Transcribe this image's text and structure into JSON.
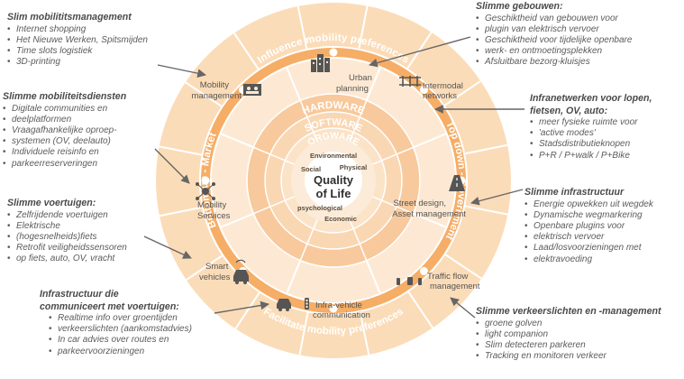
{
  "colors": {
    "outer_ring": "#fbdcb8",
    "band_ring": "#f6ad66",
    "domain_ring": "#fde9d3",
    "hardware_ring": "#f8c99c",
    "software_ring": "#fad7b3",
    "orgware_ring": "#fbe3c8",
    "core_ring": "#fcebd8",
    "center": "#ffffff",
    "band_text": "#ffffff",
    "arrow": "#666666"
  },
  "bands": {
    "top": "Influence mobility preferences",
    "bottom": "Facilitate mobility preferences",
    "left": "Bottom up - Market",
    "right": "Top down - Government"
  },
  "layers": {
    "hardware": "HARDWARE",
    "software": "SOFTWARE",
    "orgware": "ORGWARE"
  },
  "core": {
    "line1": "Quality",
    "line2": "of Life",
    "environmental": "Environmental",
    "social": "Social",
    "physical": "Physical",
    "psychological": "psychological",
    "economic": "Economic"
  },
  "domains": {
    "urban_planning": {
      "l1": "Urban",
      "l2": "planning"
    },
    "intermodal": {
      "l1": "Intermodal",
      "l2": "networks"
    },
    "street_design": {
      "l1": "Street design,",
      "l2": "Asset management"
    },
    "traffic_flow": {
      "l1": "Traffic flow",
      "l2": "management"
    },
    "infra_vehicle": {
      "l1": "Infra-vehicle",
      "l2": "communication"
    },
    "smart_vehicles": {
      "l1": "Smart",
      "l2": "vehicles"
    },
    "mobility_services": {
      "l1": "Mobility",
      "l2": "Services"
    },
    "mobility_management": {
      "l1": "Mobility",
      "l2": "management"
    }
  },
  "blocks": {
    "slim_mobiliteitsmanagement": {
      "title": "Slim mobilititsmanagement",
      "items": [
        "Internet shopping",
        "Het Nieuwe Werken, Spitsmijden",
        "Time slots logistiek",
        "3D-printing"
      ]
    },
    "slimme_mobiliteitsdiensten": {
      "title": "Slimme mobiliteitsdiensten",
      "items": [
        "Digitale communities en",
        "deelplatformen",
        "Vraagafhankelijke oproep-",
        "systemen (OV, deelauto)",
        "Individuele reisinfo en",
        "parkeerreserveringen"
      ]
    },
    "slimme_voertuigen": {
      "title": "Slimme voertuigen:",
      "items": [
        "Zelfrijdende voertuigen",
        "Elektrische",
        "(hogesnelheids)fiets",
        "Retrofit veiligheidssensoren",
        "op fiets, auto, OV, vracht"
      ]
    },
    "infrastructuur_voertuigen": {
      "title1": "Infrastructuur die",
      "title2": "communiceert met voertuigen:",
      "items": [
        "Realtime info over groentijden",
        "verkeerslichten (aankomstadvies)",
        "In car advies over routes en",
        "parkeervoorzieningen"
      ]
    },
    "slimme_gebouwen": {
      "title": "Slimme gebouwen:",
      "items": [
        "Geschiktheid van gebouwen voor",
        "plugin van elektrisch vervoer",
        "Geschiktheid voor tijdelijke openbare",
        "werk- en ontmoetingsplekken",
        "Afsluitbare bezorg-kluisjes"
      ]
    },
    "infranetwerken": {
      "title1": "Infranetwerken voor lopen,",
      "title2": "fietsen, OV, auto:",
      "items": [
        "meer fysieke ruimte voor",
        "'active modes'",
        "Stadsdistributieknopen",
        "P+R / P+walk / P+Bike"
      ]
    },
    "slimme_infrastructuur": {
      "title": "Slimme infrastructuur",
      "items": [
        "Energie opwekken uit wegdek",
        "Dynamische wegmarkering",
        "Openbare plugins voor",
        "elektrisch vervoer",
        "Laad/losvoorzieningen met",
        "elektravoeding"
      ]
    },
    "slimme_verkeerslichten": {
      "title": "Slimme verkeerslichten en -management",
      "items": [
        "groene golven",
        "light companion",
        "Slim detecteren parkeren",
        "Tracking en monitoren verkeer"
      ]
    }
  }
}
